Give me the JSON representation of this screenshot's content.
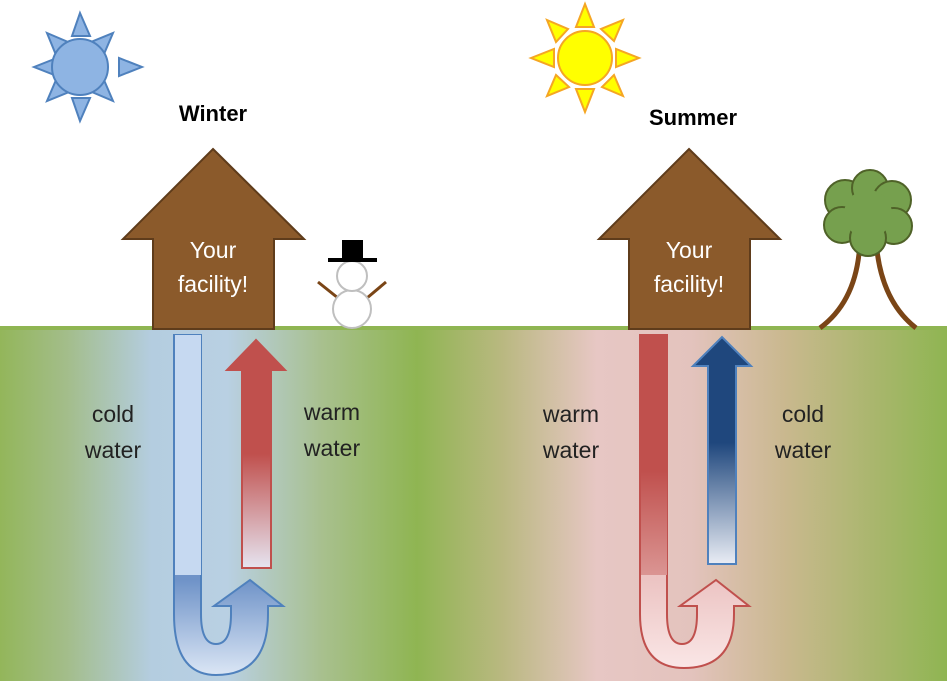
{
  "winter": {
    "title": "Winter",
    "facility_line1": "Your",
    "facility_line2": "facility!",
    "left_label_line1": "cold",
    "left_label_line2": "water",
    "right_label_line1": "warm",
    "right_label_line2": "water",
    "icons": [
      "winter-sun-icon",
      "snowman-icon"
    ]
  },
  "summer": {
    "title": "Summer",
    "facility_line1": "Your",
    "facility_line2": "facility!",
    "left_label_line1": "warm",
    "left_label_line2": "water",
    "right_label_line1": "cold",
    "right_label_line2": "water",
    "icons": [
      "summer-sun-icon",
      "tree-icon"
    ]
  },
  "colors": {
    "ground_green": "#8fb552",
    "house_brown": "#8b5a2b",
    "cold_blue": "#1f477d",
    "warm_red": "#c0504d",
    "winter_sun": "#8eb4e3",
    "summer_sun": "#ffff00",
    "tree_green": "#76a04e",
    "trunk_brown": "#7a4516"
  }
}
